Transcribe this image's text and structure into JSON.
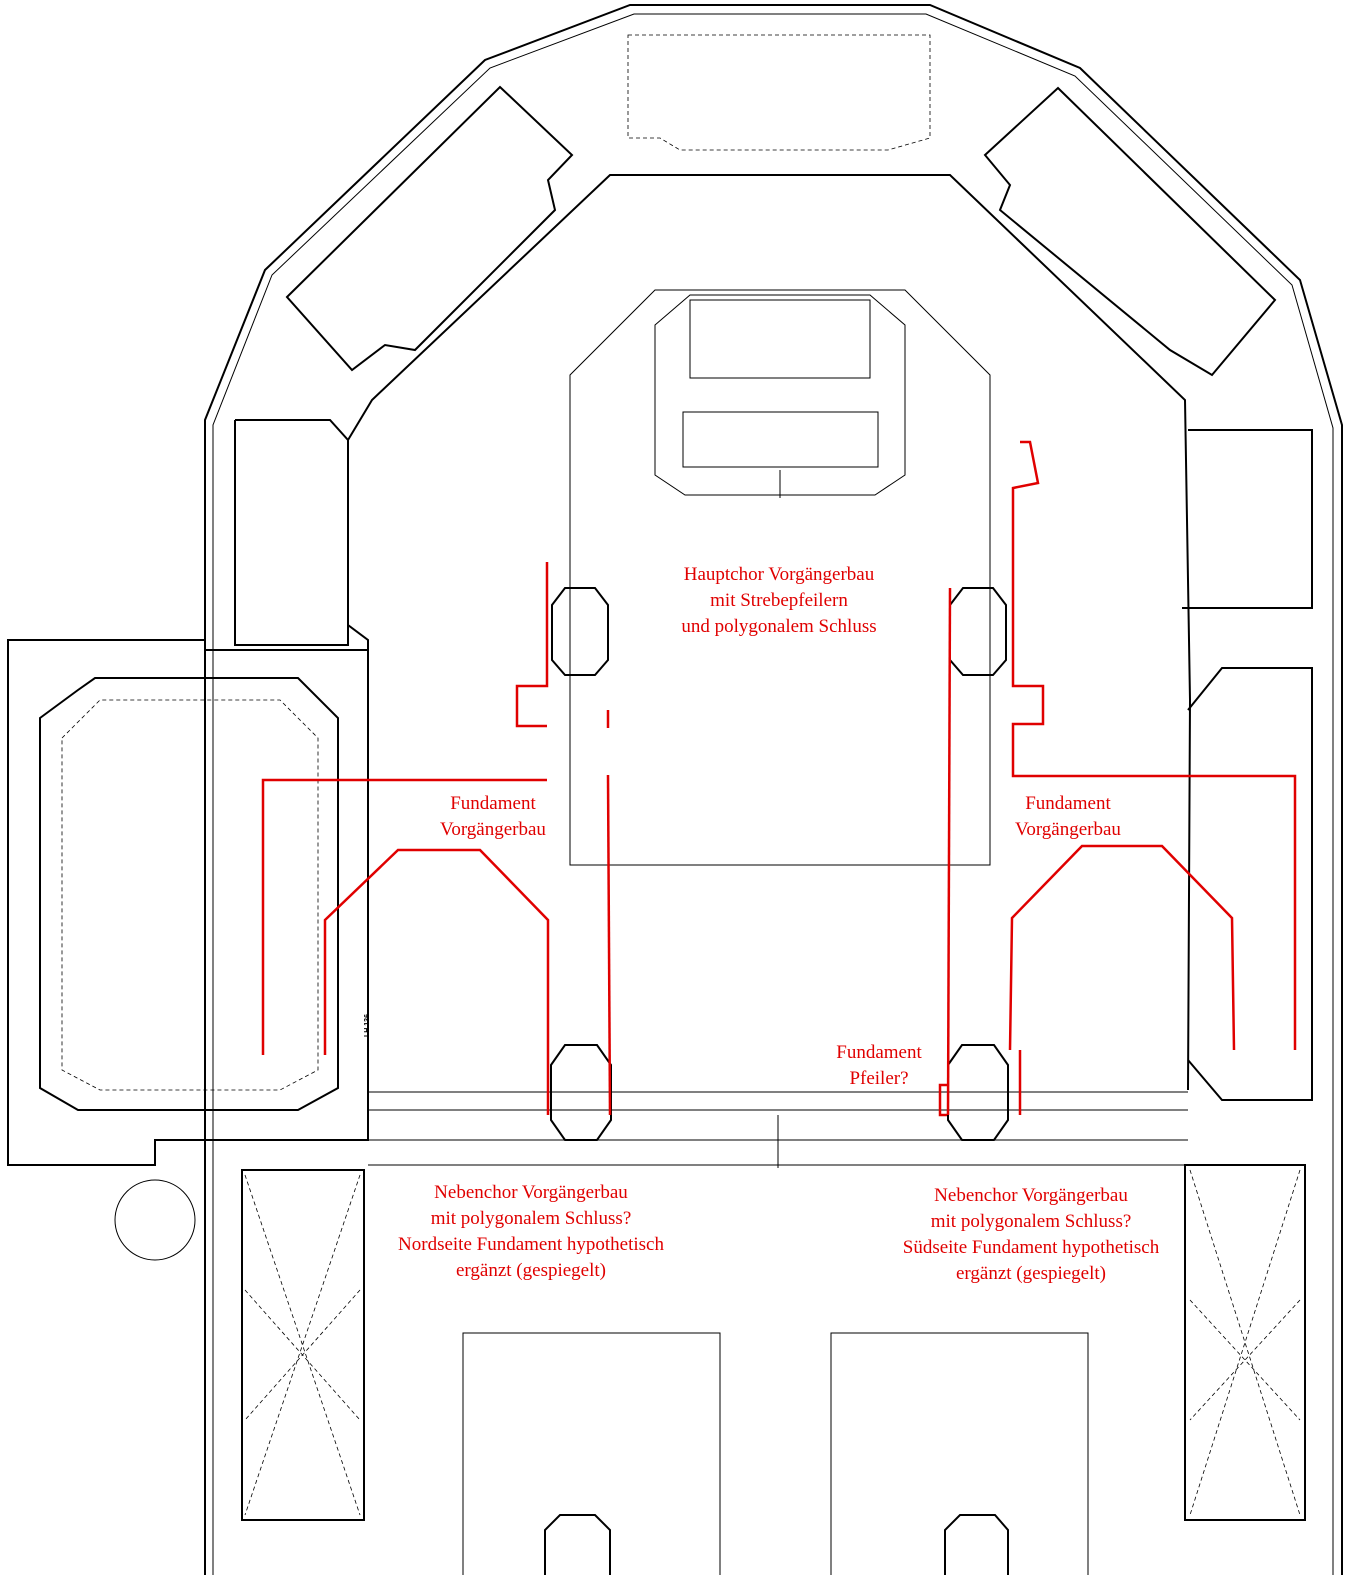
{
  "labels": {
    "hauptchor": [
      "Hauptchor Vorgängerbau",
      "mit Strebepfeilern",
      "und polygonalem Schluss"
    ],
    "fundament_nord": [
      "Fundament",
      "Vorgängerbau"
    ],
    "fundament_sued": [
      "Fundament",
      "Vorgängerbau"
    ],
    "fundament_pfeiler": [
      "Fundament",
      "Pfeiler?"
    ],
    "nebenchor_nord": [
      "Nebenchor Vorgängerbau",
      "mit polygonalem Schluss?",
      "Nordseite Fundament hypothetisch",
      "ergänzt (gespiegelt)"
    ],
    "nebenchor_sued": [
      "Nebenchor Vorgängerbau",
      "mit polygonalem Schluss?",
      "Südseite Fundament hypothetisch",
      "ergänzt (gespiegelt)"
    ]
  },
  "room_number": "LH.136",
  "colors": {
    "annotation": "#e00000",
    "plan": "#000000"
  }
}
